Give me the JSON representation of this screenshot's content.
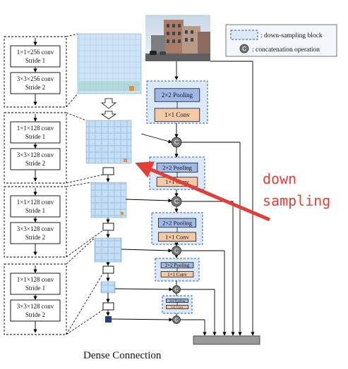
{
  "legend": {
    "downsampling_block": ": down-sampling block",
    "concat_symbol": "C",
    "concatenation": ": concatenation operation"
  },
  "conv_groups": [
    {
      "conv1": "1×1×256 conv",
      "stride1": "Stride 1",
      "conv2": "3×3×256 conv",
      "stride2": "Stride 2"
    },
    {
      "conv1": "1×1×128 conv",
      "stride1": "Stride 1",
      "conv2": "3×3×128 conv",
      "stride2": "Stride 2"
    },
    {
      "conv1": "1×1×128 conv",
      "stride1": "Stride 1",
      "conv2": "3×3×128 conv",
      "stride2": "Stride 2"
    },
    {
      "conv1": "1×1×128 conv",
      "stride1": "Stride 1",
      "conv2": "3×3×128 conv",
      "stride2": "Stride 2"
    }
  ],
  "downsampling_blocks": [
    {
      "pool": "2×2 Pooling",
      "conv": "1×1 Conv"
    },
    {
      "pool": "2×2 Pooling",
      "conv": "1×1 Conv"
    },
    {
      "pool": "2×2 Pooling",
      "conv": "1×1 Conv"
    },
    {
      "pool": "2×2 Pooling",
      "conv": "1×1 Conv"
    },
    {
      "pool": "2x2 Pooling",
      "conv": "1x1 Conv"
    }
  ],
  "annotation": {
    "line1": "down",
    "line2": "sampling"
  },
  "caption": "Dense Connection",
  "colors": {
    "annotation": "#e0403a",
    "pool_fill": "#9fb8e6",
    "conv_fill": "#f3c9a8",
    "ds_fill": "#dbe8f7",
    "output_bar": "#9a9a9a"
  }
}
